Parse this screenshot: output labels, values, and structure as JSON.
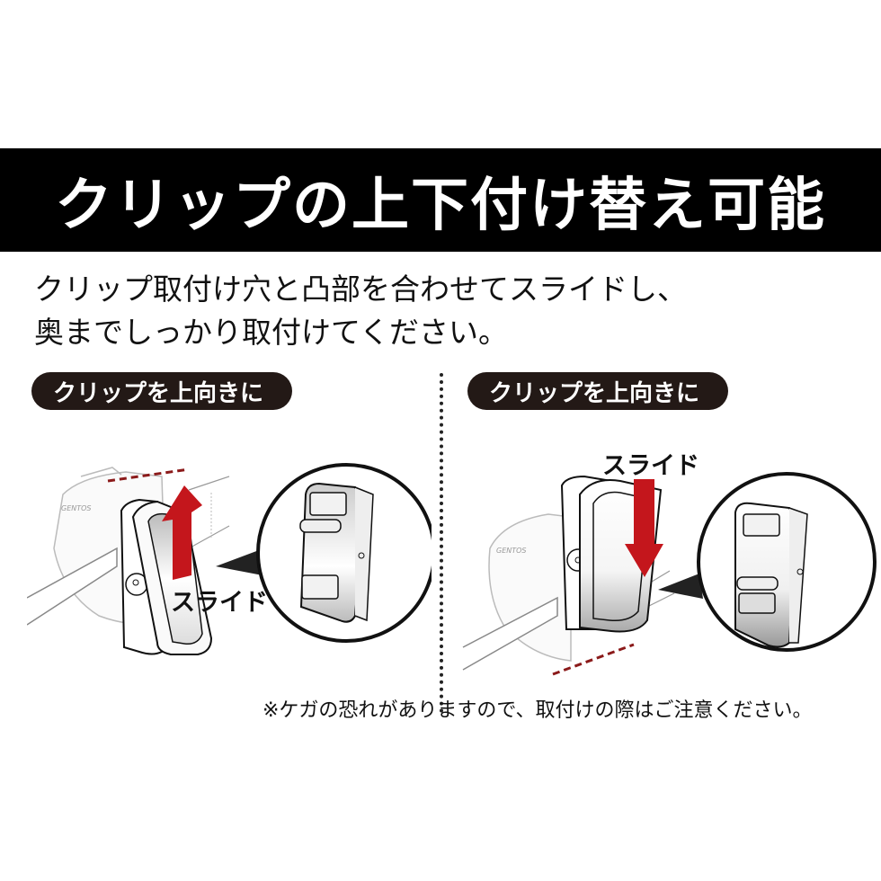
{
  "banner": {
    "title": "クリップの上下付け替え可能"
  },
  "instructions": {
    "line1": "クリップ取付け穴と凸部を合わせてスライドし、",
    "line2": "奥までしっかり取付けてください。"
  },
  "panels": [
    {
      "label": "クリップを上向きに",
      "slide_label": "スライド",
      "arrow_direction": "up",
      "brand_mark": "GENTOS"
    },
    {
      "label": "クリップを上向きに",
      "slide_label": "スライド",
      "arrow_direction": "down",
      "brand_mark": "GENTOS"
    }
  ],
  "note": "※ケガの恐れがありますので、取付けの際はご注意ください。",
  "colors": {
    "banner_bg": "#000000",
    "pill_bg": "#231916",
    "arrow_red": "#c4161c",
    "dash_red": "#8b1a1a"
  }
}
